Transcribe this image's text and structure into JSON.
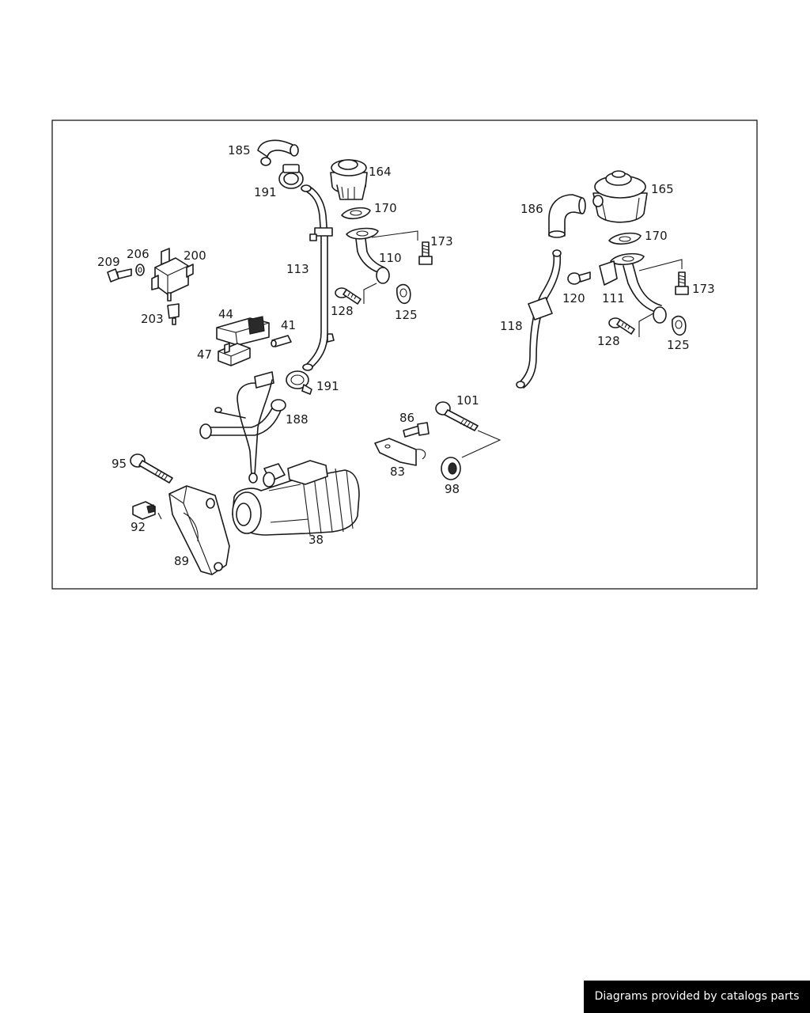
{
  "credit": "Diagrams provided by catalogs parts",
  "callouts": {
    "c185": "185",
    "c191a": "191",
    "c164": "164",
    "c170a": "170",
    "c113": "113",
    "c110": "110",
    "c173a": "173",
    "c128a": "128",
    "c125a": "125",
    "c209": "209",
    "c206": "206",
    "c200": "200",
    "c203": "203",
    "c44": "44",
    "c41": "41",
    "c47": "47",
    "c191b": "191",
    "c188": "188",
    "c165": "165",
    "c186": "186",
    "c170b": "170",
    "c173b": "173",
    "c120": "120",
    "c111": "111",
    "c118": "118",
    "c128b": "128",
    "c125b": "125",
    "c101": "101",
    "c86": "86",
    "c83": "83",
    "c98": "98",
    "c95": "95",
    "c92": "92",
    "c89": "89",
    "c38": "38"
  }
}
